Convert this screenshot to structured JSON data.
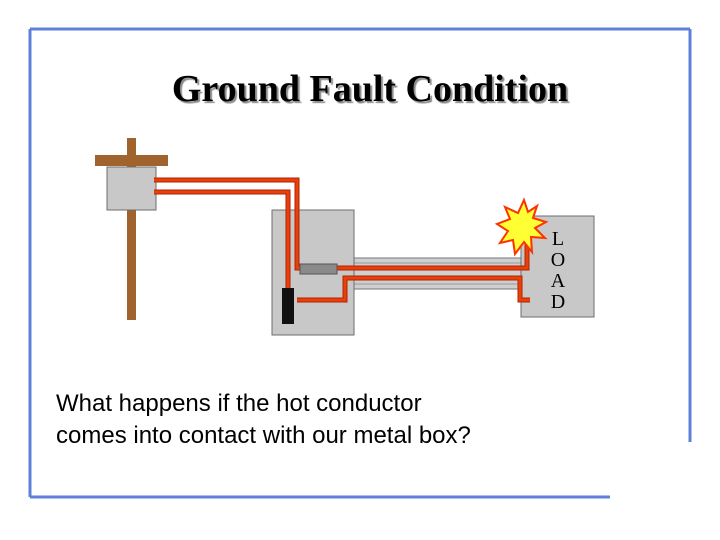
{
  "title": "Ground Fault Condition",
  "load_label": [
    "L",
    "O",
    "A",
    "D"
  ],
  "caption": {
    "line1": "What happens if the hot conductor",
    "line2": "comes into contact with our metal box?"
  },
  "colors": {
    "frame_border": "#5f7fd8",
    "wire": "#e8400c",
    "wire_outline": "#b22200",
    "box_gray": "#c8c8c8",
    "box_outline": "#6e6e6e",
    "pole_wood": "#a0632e",
    "spark_fill": "#ffff33",
    "spark_outline": "#ff3300",
    "breaker_black": "#111111",
    "conduit_gray": "#cfcfcf"
  },
  "icons": [
    "utility-pole",
    "meter-box",
    "breaker-panel",
    "conduit",
    "load-box",
    "spark-icon"
  ]
}
